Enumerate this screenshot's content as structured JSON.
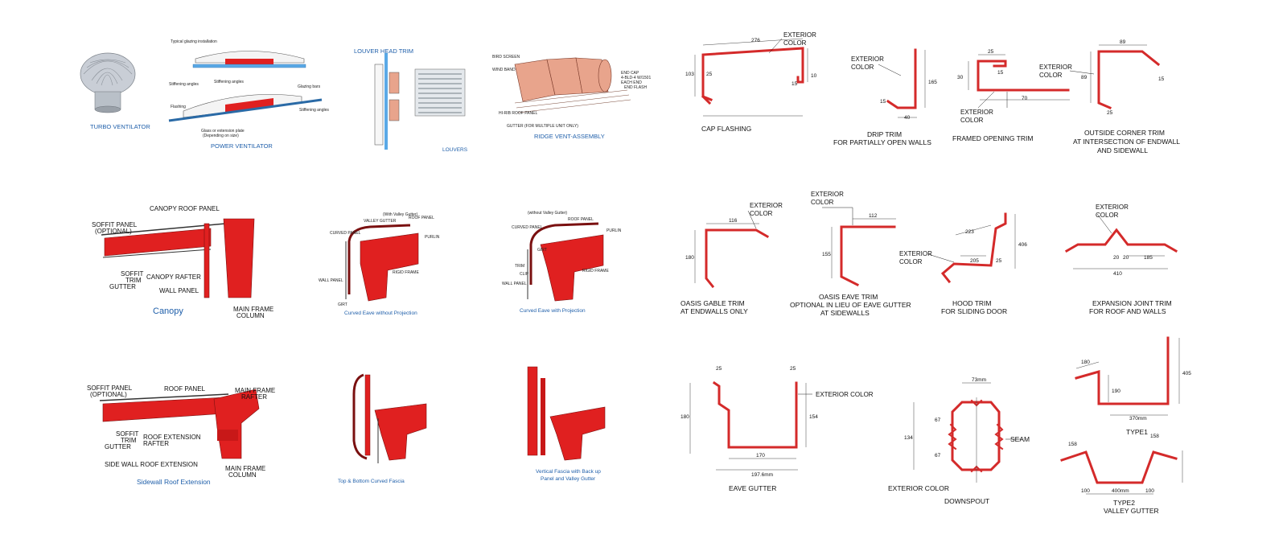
{
  "colors": {
    "red": "#e02020",
    "trim_red": "#d42a2a",
    "blue": "#1f5faa",
    "panel_salmon": "#e8a48c",
    "light_blue": "#5aa9e6"
  },
  "accessories": {
    "turbo": "TURBO VENTILATOR",
    "power": {
      "title": "POWER VENTILATOR",
      "typical": "Typical glazing installation",
      "stiff_a": "Stiffening angles",
      "stiff_b": "Stiffening angles",
      "glazing_bars": "Glazing bars",
      "stiff_c": "Stiffening angles",
      "flashing": "Flashing",
      "glass1": "Glass or extension plate",
      "glass2": "(Depending on size)"
    },
    "louver": {
      "head": "LOUVER HEAD TRIM",
      "title": "LOUVERS"
    },
    "ridge": {
      "title": "RIDGE VENT-ASSEMBLY",
      "bird": "BIRD SCREEN",
      "wind": "WIND BAND",
      "hi_rib": "HI-RIB ROOF PANEL",
      "gutter": "GUTTER (FOR MULTIPLE UNIT ONLY)",
      "end_cap": "END CAP",
      "bolts": "4-BLD-4 W/1501",
      "each_end": "EACH END",
      "end_flash": "END FLASH"
    }
  },
  "trims_top": {
    "cap": {
      "title": "CAP FLASHING",
      "ext": [
        "EXTERIOR",
        "COLOR"
      ],
      "d1": "276",
      "d2": "103",
      "d3": "25",
      "d4": "15",
      "d5": "10"
    },
    "drip": {
      "l1": "DRIP TRIM",
      "l2": "FOR PARTIALLY OPEN WALLS",
      "ext": [
        "EXTERIOR",
        "COLOR"
      ],
      "d1": "165",
      "d2": "40",
      "d3": "15"
    },
    "framed": {
      "title": "FRAMED OPENING TRIM",
      "ext": [
        "EXTERIOR",
        "COLOR"
      ],
      "d1": "25",
      "d2": "30",
      "d3": "70",
      "d4": "15"
    },
    "outside": {
      "l1": "OUTSIDE CORNER TRIM",
      "l2": "AT INTERSECTION OF ENDWALL",
      "l3": "AND SIDEWALL",
      "ext": [
        "EXTERIOR",
        "COLOR"
      ],
      "d1": "89",
      "d2": "89",
      "d3": "25",
      "d4": "15"
    }
  },
  "frames_mid": {
    "canopy": {
      "title": "Canopy",
      "roof": "CANOPY ROOF PANEL",
      "soffit": "SOFFIT PANEL",
      "opt": "(OPTIONAL)",
      "soffit_trim1": "SOFFIT",
      "soffit_trim2": "TRIM",
      "gutter": "GUTTER",
      "rafter": "CANOPY RAFTER",
      "wall": "WALL PANEL",
      "main1": "MAIN FRAME",
      "main2": "COLUMN"
    },
    "eave1": {
      "title": "Curved Eave without Projection",
      "head": "(With Valley Gutter)",
      "valley": "VALLEY GUTTER",
      "roof": "ROOF PANEL",
      "curved": "CURVED PANEL",
      "purlin": "PURLIN",
      "rigid": "RIGID FRAME",
      "wall": "WALL PANEL",
      "girt": "GIRT"
    },
    "eave2": {
      "title": "Curved Eave with Projection",
      "head": "(without Valley Gutter)",
      "roof": "ROOF PANEL",
      "curved": "CURVED PANEL",
      "purlin": "PURLIN",
      "girt": "GIRT",
      "trim": "TRIM",
      "clip": "CLIP",
      "rigid": "RIGID FRAME",
      "wall": "WALL PANEL"
    }
  },
  "trims_mid": {
    "gable": {
      "l1": "OASIS GABLE TRIM",
      "l2": "AT ENDWALLS ONLY",
      "ext": [
        "EXTERIOR",
        "COLOR"
      ],
      "d1": "116",
      "d2": "180"
    },
    "oasis_eave": {
      "l1": "OASIS EAVE TRIM",
      "l2": "OPTIONAL IN LIEU OF EAVE GUTTER",
      "l3": "AT SIDEWALLS",
      "ext": [
        "EXTERIOR",
        "COLOR"
      ],
      "d1": "112",
      "d2": "155"
    },
    "hood": {
      "l1": "HOOD TRIM",
      "l2": "FOR SLIDING DOOR",
      "ext": [
        "EXTERIOR",
        "COLOR"
      ],
      "d1": "223",
      "d2": "205",
      "d3": "25",
      "d4": "406"
    },
    "expansion": {
      "l1": "EXPANSION JOINT TRIM",
      "l2": "FOR ROOF AND WALLS",
      "ext": [
        "EXTERIOR",
        "COLOR"
      ],
      "d1": "410",
      "d2": "185",
      "d3": "20",
      "d4": "20"
    }
  },
  "frames_bot": {
    "sidewall": {
      "title": "Sidewall Roof Extension",
      "sub": "SIDE WALL ROOF EXTENSION",
      "soffit": "SOFFIT PANEL",
      "opt": "(OPTIONAL)",
      "roof": "ROOF PANEL",
      "main_r1": "MAIN FRAME",
      "main_r2": "RAFTER",
      "soffit_trim1": "SOFFIT",
      "soffit_trim2": "TRIM",
      "gutter": "GUTTER",
      "ext1": "ROOF EXTENSION",
      "ext2": "RAFTER",
      "main_c1": "MAIN FRAME",
      "main_c2": "COLUMN"
    },
    "fascia": {
      "title": "Top & Bottom Curved Fascia"
    },
    "vertical": {
      "t1": "Vertical Fascia with Back up",
      "t2": "Panel and Valley Gutter"
    }
  },
  "trims_bot": {
    "eave_gutter": {
      "title": "EAVE GUTTER",
      "ext": "EXTERIOR COLOR",
      "d1": "170",
      "d2": "197.6mm",
      "d3": "180",
      "d4": "154",
      "d5": "25",
      "d6": "25"
    },
    "downspout": {
      "title": "DOWNSPOUT",
      "ext": "EXTERIOR COLOR",
      "seam": "SEAM",
      "d1": "73mm",
      "d2": "134",
      "d3": "67",
      "d4": "67"
    },
    "valley": {
      "t1": "TYPE1",
      "t2": "TYPE2",
      "title": "VALLEY GUTTER",
      "d1": "180",
      "d2": "370mm",
      "d3": "405",
      "d4": "190",
      "d5": "400mm",
      "d6": "100",
      "d7": "100",
      "d8": "158",
      "d9": "158"
    }
  }
}
